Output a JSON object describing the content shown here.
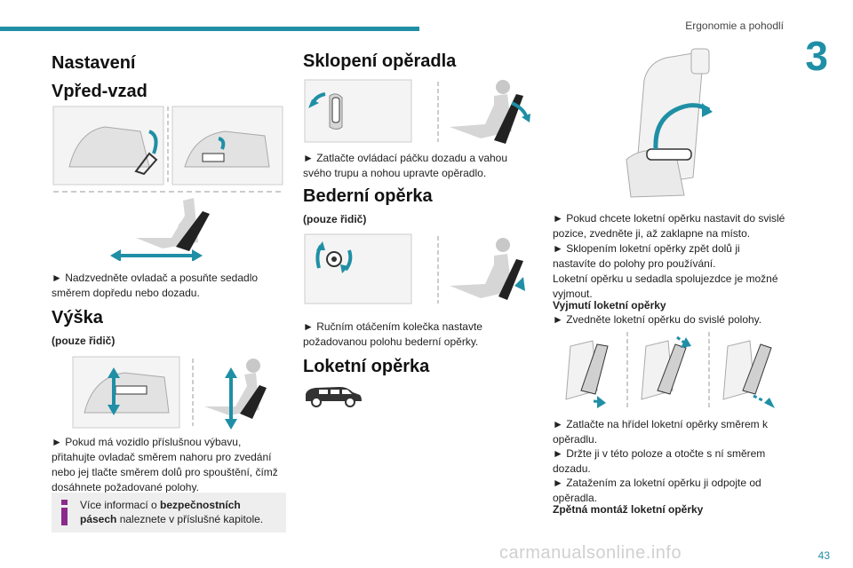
{
  "header": {
    "chapter_title": "Ergonomie a pohodlí",
    "chapter_number": "3"
  },
  "left": {
    "heading": "Nastavení",
    "forward_back": {
      "heading": "Vpřed-vzad",
      "text": "► Nadzvedněte ovladač a posuňte sedadlo směrem dopředu nebo dozadu."
    },
    "height": {
      "heading": "Výška",
      "note": "(pouze řidič)",
      "text": "► Pokud má vozidlo příslušnou výbavu, přitahujte ovladač směrem nahoru pro zvedání nebo jej tlačte směrem dolů pro spouštění, čímž dosáhnete požadované polohy."
    },
    "info": {
      "prefix": "Více informací o ",
      "bold": "bezpečnostních pásech",
      "suffix": " naleznete v příslušné kapitole."
    }
  },
  "middle": {
    "backrest": {
      "heading": "Sklopení opěradla",
      "text": "► Zatlačte ovládací páčku dozadu a vahou svého trupu a nohou upravte opěradlo."
    },
    "lumbar": {
      "heading": "Bederní opěrka",
      "note": "(pouze řidič)",
      "text": "► Ručním otáčením kolečka nastavte požadovanou polohu bederní opěrky."
    },
    "armrest": {
      "heading": "Loketní opěrka"
    }
  },
  "right": {
    "p1": "► Pokud chcete loketní opěrku nastavit do svislé pozice, zvedněte ji, až zaklapne na místo.",
    "p2": "► Sklopením loketní opěrky zpět dolů ji nastavíte do polohy pro používání.",
    "p3": "Loketní opěrku u sedadla spolujezdce je možné vyjmout.",
    "remove_heading": "Vyjmutí loketní opěrky",
    "p4": "► Zvedněte loketní opěrku do svislé polohy.",
    "p5": "► Zatlačte na hřídel loketní opěrky směrem k opěradlu.",
    "p6": "► Držte ji v této poloze a otočte s ní směrem dozadu.",
    "p7": "► Zatažením za loketní opěrku ji odpojte od opěradla.",
    "refit_heading": "Zpětná montáž loketní opěrky"
  },
  "footer": {
    "page_number": "43",
    "watermark": "carmanualsonline.info"
  },
  "colors": {
    "accent": "#1f8fa6",
    "arrow": "#1f8fa6",
    "infobox": "#eeeeee",
    "info_icon": "#8a2a8c"
  }
}
